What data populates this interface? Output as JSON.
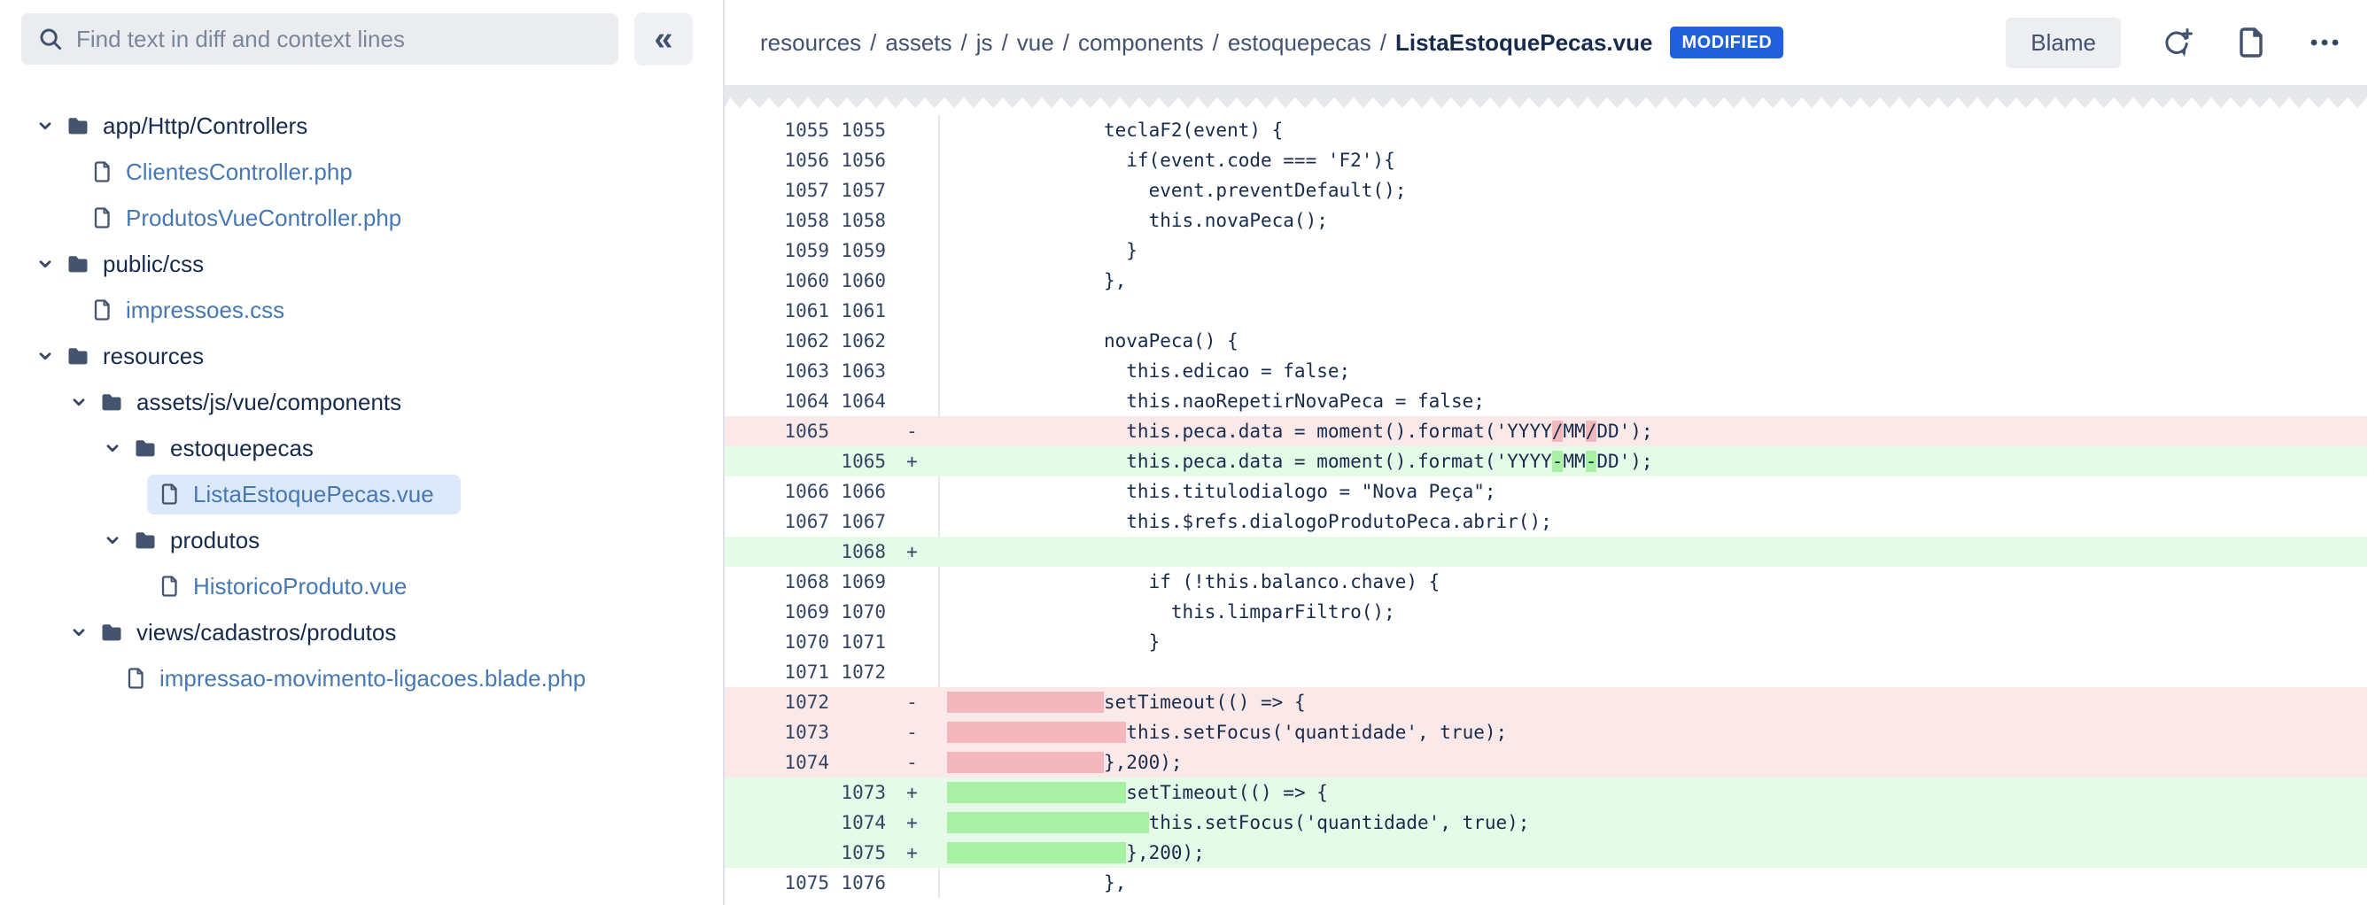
{
  "sidebar": {
    "search_placeholder": "Find text in diff and context lines",
    "collapse_label": "«",
    "tree": [
      {
        "type": "folder",
        "level": 0,
        "label": "app/Http/Controllers"
      },
      {
        "type": "file",
        "level": 0,
        "label": "ClientesController.php"
      },
      {
        "type": "file",
        "level": 0,
        "label": "ProdutosVueController.php"
      },
      {
        "type": "folder",
        "level": 0,
        "label": "public/css"
      },
      {
        "type": "file",
        "level": 0,
        "label": "impressoes.css"
      },
      {
        "type": "folder",
        "level": 0,
        "label": "resources"
      },
      {
        "type": "folder",
        "level": 1,
        "label": "assets/js/vue/components"
      },
      {
        "type": "folder",
        "level": 2,
        "label": "estoquepecas"
      },
      {
        "type": "file",
        "level": 2,
        "label": "ListaEstoquePecas.vue",
        "selected": true
      },
      {
        "type": "folder",
        "level": 2,
        "label": "produtos"
      },
      {
        "type": "file",
        "level": 2,
        "label": "HistoricoProduto.vue"
      },
      {
        "type": "folder",
        "level": 1,
        "label": "views/cadastros/produtos"
      },
      {
        "type": "file",
        "level": 1,
        "label": "impressao-movimento-ligacoes.blade.php"
      }
    ]
  },
  "header": {
    "breadcrumbs": [
      "resources",
      "assets",
      "js",
      "vue",
      "components",
      "estoquepecas"
    ],
    "separator": "/",
    "filename": "ListaEstoquePecas.vue",
    "badge": "MODIFIED",
    "blame_label": "Blame"
  },
  "icons": {
    "search": "search-icon",
    "collapse": "double-chevron-left-icon",
    "tree_folder": "folder-icon",
    "tree_file": "file-icon",
    "tree_expanded": "chevron-down-icon",
    "action_1": "add-comment-icon",
    "action_2": "file-icon",
    "action_3": "ellipsis-icon"
  },
  "colors": {
    "badge_blue": "#2061DB",
    "link_blue": "#4678B4",
    "selected_bg": "#DCE9FB",
    "removed_row": "#FBE9E9",
    "removed_word": "#F4B8BC",
    "added_row": "#E5FBE7",
    "added_word": "#A8F0A4"
  },
  "diff": {
    "rows": [
      {
        "old": "1055",
        "new": "1055",
        "marker": "",
        "type": "context",
        "code": [
          {
            "text": "              teclaF2(event) {"
          }
        ]
      },
      {
        "old": "1056",
        "new": "1056",
        "marker": "",
        "type": "context",
        "code": [
          {
            "text": "                if(event.code === 'F2'){"
          }
        ]
      },
      {
        "old": "1057",
        "new": "1057",
        "marker": "",
        "type": "context",
        "code": [
          {
            "text": "                  event.preventDefault();"
          }
        ]
      },
      {
        "old": "1058",
        "new": "1058",
        "marker": "",
        "type": "context",
        "code": [
          {
            "text": "                  this.novaPeca();"
          }
        ]
      },
      {
        "old": "1059",
        "new": "1059",
        "marker": "",
        "type": "context",
        "code": [
          {
            "text": "                }"
          }
        ]
      },
      {
        "old": "1060",
        "new": "1060",
        "marker": "",
        "type": "context",
        "code": [
          {
            "text": "              },"
          }
        ]
      },
      {
        "old": "1061",
        "new": "1061",
        "marker": "",
        "type": "context",
        "code": []
      },
      {
        "old": "1062",
        "new": "1062",
        "marker": "",
        "type": "context",
        "code": [
          {
            "text": "              novaPeca() {"
          }
        ]
      },
      {
        "old": "1063",
        "new": "1063",
        "marker": "",
        "type": "context",
        "code": [
          {
            "text": "                this.edicao = false;"
          }
        ]
      },
      {
        "old": "1064",
        "new": "1064",
        "marker": "",
        "type": "context",
        "code": [
          {
            "text": "                this.naoRepetirNovaPeca = false;"
          }
        ]
      },
      {
        "old": "1065",
        "new": "",
        "marker": "-",
        "type": "removed",
        "code": [
          {
            "text": "                this.peca.data = moment().format('YYYY"
          },
          {
            "text": "/",
            "hl": true
          },
          {
            "text": "MM"
          },
          {
            "text": "/",
            "hl": true
          },
          {
            "text": "DD');"
          }
        ]
      },
      {
        "old": "",
        "new": "1065",
        "marker": "+",
        "type": "added",
        "code": [
          {
            "text": "                this.peca.data = moment().format('YYYY"
          },
          {
            "text": "-",
            "hl": true
          },
          {
            "text": "MM"
          },
          {
            "text": "-",
            "hl": true
          },
          {
            "text": "DD');"
          }
        ]
      },
      {
        "old": "1066",
        "new": "1066",
        "marker": "",
        "type": "context",
        "code": [
          {
            "text": "                this.titulodialogo = \"Nova Peça\";"
          }
        ]
      },
      {
        "old": "1067",
        "new": "1067",
        "marker": "",
        "type": "context",
        "code": [
          {
            "text": "                this.$refs.dialogoProdutoPeca.abrir();"
          }
        ]
      },
      {
        "old": "",
        "new": "1068",
        "marker": "+",
        "type": "added",
        "code": []
      },
      {
        "old": "1068",
        "new": "1069",
        "marker": "",
        "type": "context",
        "code": [
          {
            "text": "                  if (!this.balanco.chave) {"
          }
        ]
      },
      {
        "old": "1069",
        "new": "1070",
        "marker": "",
        "type": "context",
        "code": [
          {
            "text": "                    this.limparFiltro();"
          }
        ]
      },
      {
        "old": "1070",
        "new": "1071",
        "marker": "",
        "type": "context",
        "code": [
          {
            "text": "                  }"
          }
        ]
      },
      {
        "old": "1071",
        "new": "1072",
        "marker": "",
        "type": "context",
        "code": []
      },
      {
        "old": "1072",
        "new": "",
        "marker": "-",
        "type": "removed",
        "code": [
          {
            "text": "              ",
            "hl": true
          },
          {
            "text": "setTimeout(() => {"
          }
        ]
      },
      {
        "old": "1073",
        "new": "",
        "marker": "-",
        "type": "removed",
        "code": [
          {
            "text": "                ",
            "hl": true
          },
          {
            "text": "this.setFocus('quantidade', true);"
          }
        ]
      },
      {
        "old": "1074",
        "new": "",
        "marker": "-",
        "type": "removed",
        "code": [
          {
            "text": "              ",
            "hl": true
          },
          {
            "text": "},200);"
          }
        ]
      },
      {
        "old": "",
        "new": "1073",
        "marker": "+",
        "type": "added",
        "code": [
          {
            "text": "                ",
            "hl": true
          },
          {
            "text": "setTimeout(() => {"
          }
        ]
      },
      {
        "old": "",
        "new": "1074",
        "marker": "+",
        "type": "added",
        "code": [
          {
            "text": "                  ",
            "hl": true
          },
          {
            "text": "this.setFocus('quantidade', true);"
          }
        ]
      },
      {
        "old": "",
        "new": "1075",
        "marker": "+",
        "type": "added",
        "code": [
          {
            "text": "                ",
            "hl": true
          },
          {
            "text": "},200);"
          }
        ]
      },
      {
        "old": "1075",
        "new": "1076",
        "marker": "",
        "type": "context",
        "code": [
          {
            "text": "              },"
          }
        ]
      }
    ]
  }
}
